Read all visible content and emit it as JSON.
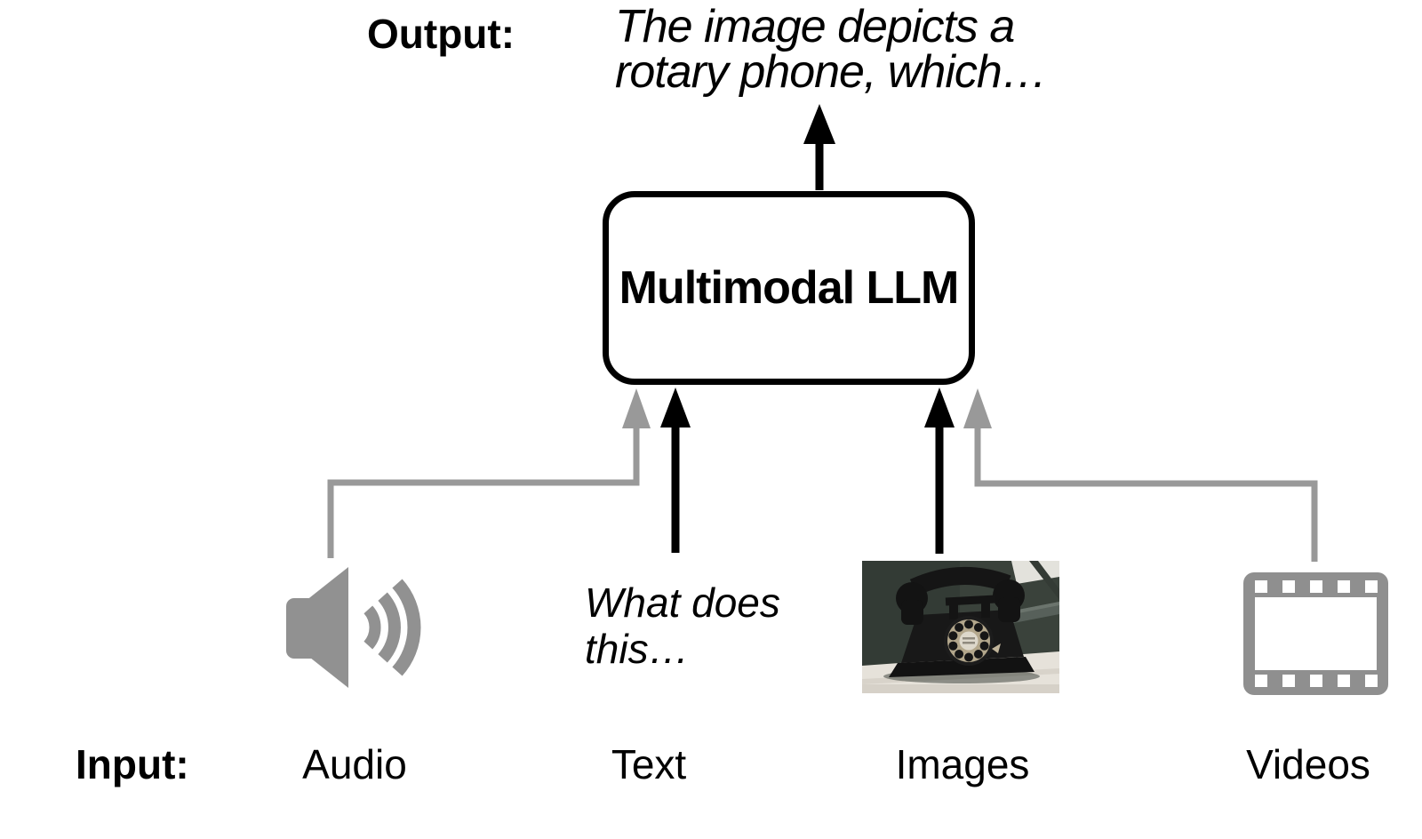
{
  "colors": {
    "background": "#ffffff",
    "text": "#000000",
    "arrow_black": "#000000",
    "arrow_gray": "#999999",
    "icon_gray": "#919191",
    "film_gray": "#8f8f8f",
    "box_border": "#000000"
  },
  "output": {
    "label": "Output:",
    "line1": "The image depicts a",
    "line2": "rotary phone, which…"
  },
  "model": {
    "label": "Multimodal LLM"
  },
  "input": {
    "label": "Input:",
    "columns": [
      {
        "id": "audio",
        "label": "Audio",
        "icon": "speaker-audio-icon"
      },
      {
        "id": "text",
        "label": "Text",
        "prompt_line1": "What does",
        "prompt_line2": "this…"
      },
      {
        "id": "images",
        "label": "Images",
        "icon": "rotary-phone-photo"
      },
      {
        "id": "videos",
        "label": "Videos",
        "icon": "film-strip-icon"
      }
    ]
  }
}
